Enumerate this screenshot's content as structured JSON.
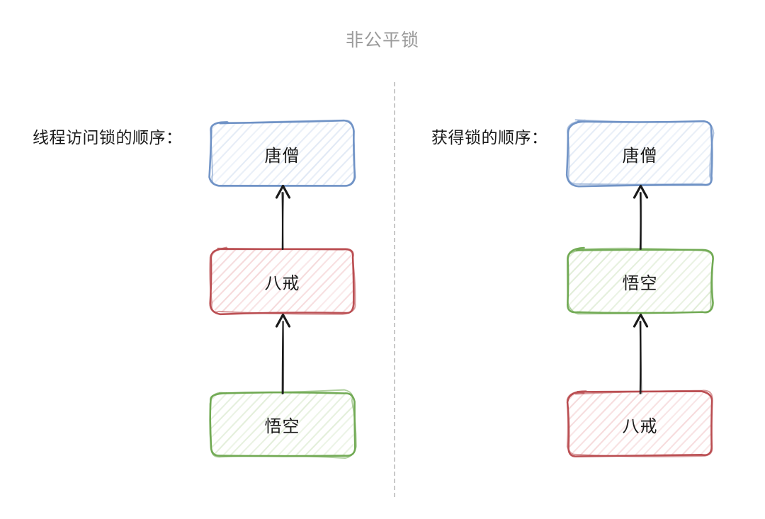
{
  "title": "非公平锁",
  "colors": {
    "title": "#9b9b9b",
    "text": "#1a1a1a",
    "blue": "#6b8fc4",
    "blue_fill": "#cfdcef",
    "red": "#b8484c",
    "red_fill": "#f0c2c4",
    "green": "#6da84f",
    "green_fill": "#cfe3c0",
    "divider": "#c9c9c9",
    "arrow": "#1a1a1a"
  },
  "columns": [
    {
      "id": "left",
      "label": "线程访问锁的顺序：",
      "nodes": [
        {
          "id": "left-node-1",
          "text": "唐僧",
          "color": "blue"
        },
        {
          "id": "left-node-2",
          "text": "八戒",
          "color": "red"
        },
        {
          "id": "left-node-3",
          "text": "悟空",
          "color": "green"
        }
      ],
      "arrows": [
        {
          "from": "悟空",
          "to": "八戒",
          "direction": "up"
        },
        {
          "from": "八戒",
          "to": "唐僧",
          "direction": "up"
        }
      ]
    },
    {
      "id": "right",
      "label": "获得锁的顺序：",
      "nodes": [
        {
          "id": "right-node-1",
          "text": "唐僧",
          "color": "blue"
        },
        {
          "id": "right-node-2",
          "text": "悟空",
          "color": "green"
        },
        {
          "id": "right-node-3",
          "text": "八戒",
          "color": "red"
        }
      ],
      "arrows": [
        {
          "from": "八戒",
          "to": "悟空",
          "direction": "up"
        },
        {
          "from": "悟空",
          "to": "唐僧",
          "direction": "up"
        }
      ]
    }
  ],
  "divider": {
    "style": "dashed",
    "orientation": "vertical"
  }
}
